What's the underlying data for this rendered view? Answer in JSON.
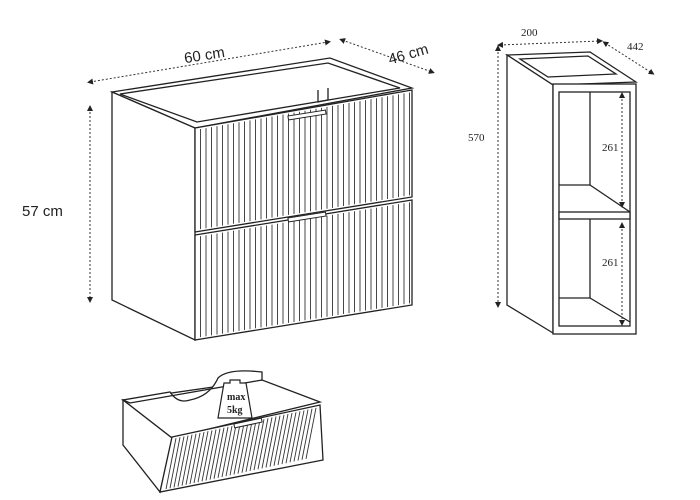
{
  "main_cabinet": {
    "width_label": "60 cm",
    "depth_label": "46 cm",
    "height_label": "57 cm"
  },
  "side_cabinet": {
    "width_label": "200",
    "depth_label": "442",
    "height_label": "570",
    "upper_shelf_label": "261",
    "lower_shelf_label": "261"
  },
  "drawer": {
    "max_load_line1": "max",
    "max_load_line2": "5kg"
  }
}
